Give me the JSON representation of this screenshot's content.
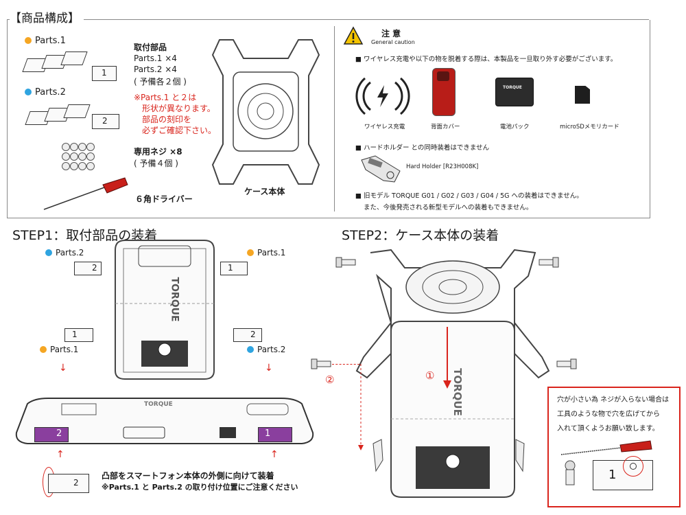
{
  "header": {
    "title": "【商品構成】"
  },
  "contents": {
    "parts1_label": "Parts.1",
    "parts2_label": "Parts.2",
    "part1_num": "1",
    "part2_num": "2",
    "list_title": "取付部品",
    "list_line1": "Parts.1 ×4",
    "list_line2": "Parts.2 ×4",
    "list_line3": "( 予備各２個 )",
    "note1": "※Parts.1 と２は",
    "note2": "形状が異なります。",
    "note3": "部品の刻印を",
    "note4": "必ずご確認下さい。",
    "screw_title": "専用ネジ ×8",
    "screw_spare": "( 予備４個 )",
    "driver": "６角ドライバー",
    "case_body": "ケース本体"
  },
  "caution": {
    "title": "注 意",
    "subtitle": "General caution",
    "line1": "■ ワイヤレス充電や以下の物を脱着する際は、本製品を一旦取り外す必要がございます。",
    "items": [
      {
        "name": "wireless",
        "label": "ワイヤレス充電"
      },
      {
        "name": "back-cover",
        "label": "背面カバー"
      },
      {
        "name": "battery",
        "label": "電池パック"
      },
      {
        "name": "microsd",
        "label": "microSDメモリカード"
      }
    ],
    "battery_brand": "TORQUE",
    "line2": "■ ハードホルダー との同時装着はできません",
    "hard_holder": "Hard Holder [R23H008K]",
    "line3": "■ 旧モデル TORQUE G01 / G02 / G03 / G04 / 5G への装着はできません。",
    "line4": "また、今後発売される新型モデルへの装着もできません。"
  },
  "step1": {
    "title": "STEP1：取付部品の装着",
    "parts1": "Parts.1",
    "parts2": "Parts.2",
    "part1_num": "1",
    "part2_num": "2",
    "brand": "TORQUE",
    "note1": "凸部をスマートフォン本体の外側に向けて装着",
    "note2": "※Parts.1 と Parts.2 の取り付け位置にご注意ください"
  },
  "step2": {
    "title": "STEP2：ケース本体の装着",
    "marker1": "①",
    "marker2": "②",
    "brand": "TORQUE",
    "tip1": "穴が小さい為 ネジが入らない場合は",
    "tip2": "工具のような物で穴を広げてから",
    "tip3": "入れて頂くようお願い致します。",
    "tip_part_num": "1"
  },
  "colors": {
    "parts1": "#f5a623",
    "parts2": "#2fa4e0",
    "accent_red": "#d9241c",
    "purple": "#8a3f9e"
  }
}
